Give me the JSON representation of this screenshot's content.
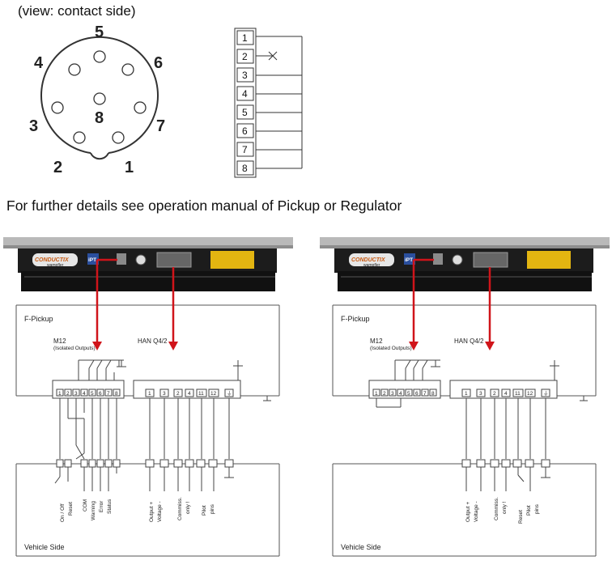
{
  "view_caption": "(view: contact side)",
  "connector_pins": [
    "5",
    "4",
    "6",
    "3",
    "8",
    "7",
    "2",
    "1"
  ],
  "pin_table": [
    "1",
    "2",
    "3",
    "4",
    "5",
    "6",
    "7",
    "8"
  ],
  "details_text": "For further details see  operation manual of  Pickup or Regulator",
  "panels": [
    {
      "brand": "CONDUCTIX",
      "brand_sub": "wampfler",
      "ipt": "iPT",
      "section_top": "F-Pickup",
      "m12_label": "M12",
      "m12_sub": "(Isolated Outputs)",
      "han_label": "HAN Q4/2",
      "m12_terminals": [
        "1",
        "2",
        "3",
        "4",
        "5",
        "6",
        "7",
        "8"
      ],
      "han_terminals": [
        "1",
        "3",
        "2",
        "4",
        "11",
        "12",
        "⏚"
      ],
      "labels": [
        "On / Off",
        "Reset",
        "COM",
        "Warning",
        "Error",
        "Status",
        "Output  +",
        "Voltage  -",
        "Commiss.",
        "only !",
        "Pilot",
        "pins"
      ],
      "section_bottom": "Vehicle Side"
    },
    {
      "brand": "CONDUCTIX",
      "brand_sub": "wampfler",
      "ipt": "iPT",
      "section_top": "F-Pickup",
      "m12_label": "M12",
      "m12_sub": "(Isolated Outputs)",
      "han_label": "HAN Q4/2",
      "m12_terminals": [
        "1",
        "2",
        "3",
        "4",
        "5",
        "6",
        "7",
        "8"
      ],
      "han_terminals": [
        "1",
        "3",
        "2",
        "4",
        "11",
        "12",
        "⏚"
      ],
      "labels": [
        "Output  +",
        "Voltage  -",
        "Commiss.",
        "only !",
        "Reset",
        "Pilot",
        "pins"
      ],
      "section_bottom": "Vehicle Side"
    }
  ],
  "colors": {
    "arrow": "#d0141a",
    "device_body": "#1c1c1c",
    "device_rim": "#b8b8b8",
    "label_yellow": "#e3b511"
  }
}
